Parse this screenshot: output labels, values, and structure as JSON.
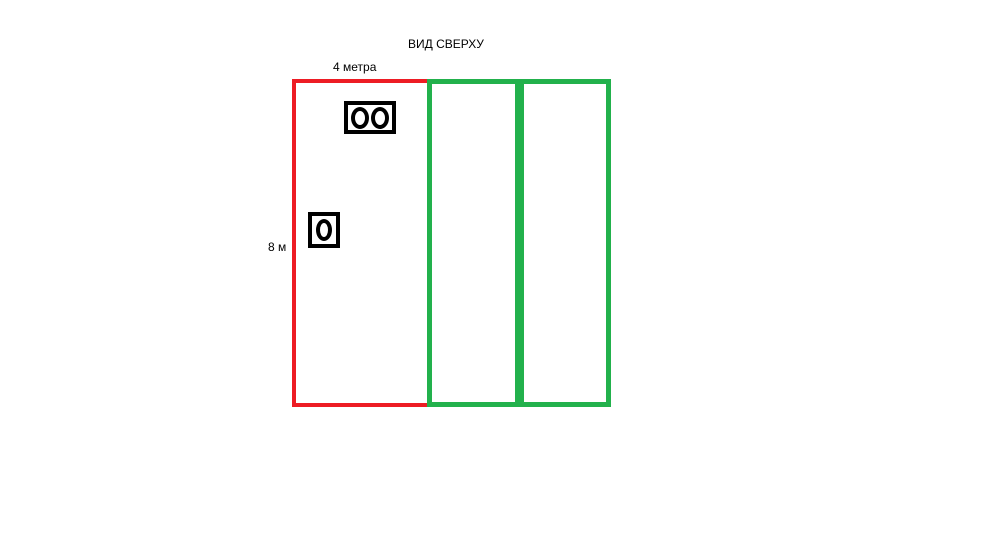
{
  "title": "ВИД СВЕРХУ",
  "dimensions": {
    "width_label": "4 метра",
    "height_label": "8 м"
  },
  "colors": {
    "red_zone": "#ed1c24",
    "green_zone": "#22b14c",
    "appliance": "#000000"
  },
  "zones": [
    {
      "name": "red-zone",
      "color": "#ed1c24"
    },
    {
      "name": "green-zone-left",
      "color": "#22b14c"
    },
    {
      "name": "green-zone-right",
      "color": "#22b14c"
    }
  ],
  "appliances": [
    {
      "name": "double-burner",
      "burners": 2
    },
    {
      "name": "single-burner",
      "burners": 1
    }
  ]
}
